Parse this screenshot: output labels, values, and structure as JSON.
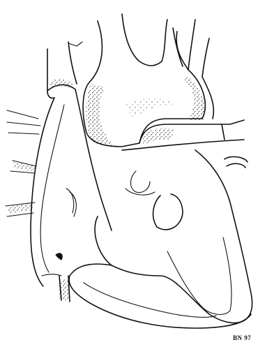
{
  "drawing": {
    "subject": "heart",
    "style": "pen-and-ink stipple",
    "ink_color": "#111111",
    "paper_color": "#ffffff"
  },
  "signature": {
    "text": "BN 97"
  }
}
